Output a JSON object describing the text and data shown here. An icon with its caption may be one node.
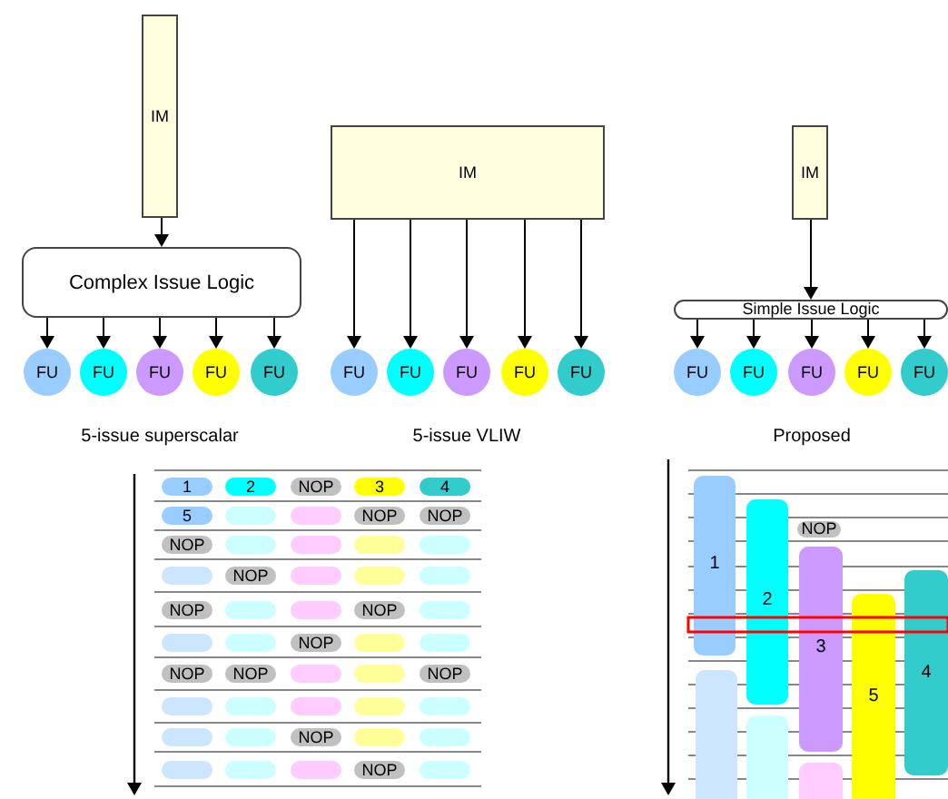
{
  "diagram": {
    "nodes": [
      {
        "text": [
          "IM"
        ]
      },
      {
        "text": [
          "Complex Issue Logic"
        ]
      },
      {
        "text": [
          "FU"
        ]
      },
      {
        "text": [
          "FU"
        ]
      },
      {
        "text": [
          "FU"
        ]
      },
      {
        "text": [
          "FU"
        ]
      },
      {
        "text": [
          "FU"
        ]
      },
      {
        "text": [
          "IM"
        ]
      },
      {
        "text": [
          "FU"
        ]
      },
      {
        "text": [
          "FU"
        ]
      },
      {
        "text": [
          "FU"
        ]
      },
      {
        "text": [
          "FU"
        ]
      },
      {
        "text": [
          "FU"
        ]
      },
      {
        "text": [
          "IM"
        ]
      },
      {
        "text": [
          "Simple Issue Logic"
        ]
      },
      {
        "text": [
          "FU"
        ]
      },
      {
        "text": [
          "FU"
        ]
      },
      {
        "text": [
          "FU"
        ]
      },
      {
        "text": [
          "FU"
        ]
      },
      {
        "text": [
          "FU"
        ]
      }
    ],
    "edges": [
      {
        "from": 0,
        "to": 1,
        "arrow": "to"
      },
      {
        "from": 1,
        "to": 2,
        "arrow": "to"
      },
      {
        "from": 1,
        "to": 3,
        "arrow": "to"
      },
      {
        "from": 1,
        "to": 4,
        "arrow": "to"
      },
      {
        "from": 1,
        "to": 5,
        "arrow": "to"
      },
      {
        "from": 1,
        "to": 6,
        "arrow": "to"
      },
      {
        "from": 7,
        "to": 8,
        "arrow": "to"
      },
      {
        "from": 7,
        "to": 9,
        "arrow": "to"
      },
      {
        "from": 7,
        "to": 10,
        "arrow": "to"
      },
      {
        "from": 7,
        "to": 11,
        "arrow": "to"
      },
      {
        "from": 7,
        "to": 12,
        "arrow": "to"
      },
      {
        "from": 13,
        "to": 14,
        "arrow": "to"
      },
      {
        "from": 14,
        "to": 15,
        "arrow": "to"
      },
      {
        "from": 14,
        "to": 16,
        "arrow": "to"
      },
      {
        "from": 14,
        "to": 17,
        "arrow": "to"
      },
      {
        "from": 14,
        "to": 18,
        "arrow": "to"
      },
      {
        "from": 14,
        "to": 19,
        "arrow": "to"
      }
    ],
    "labels": [
      "5-issue superscalar",
      "5-issue VLIW",
      "Proposed",
      "1",
      "2",
      "NOP",
      "3",
      "4",
      "5",
      "NOP",
      "NOP",
      "NOP",
      "NOP",
      "NOP",
      "NOP",
      "NOP",
      "NOP",
      "NOP",
      "NOP",
      "NOP",
      "NOP",
      "NOP",
      "1",
      "2",
      "3",
      "4",
      "5"
    ]
  }
}
